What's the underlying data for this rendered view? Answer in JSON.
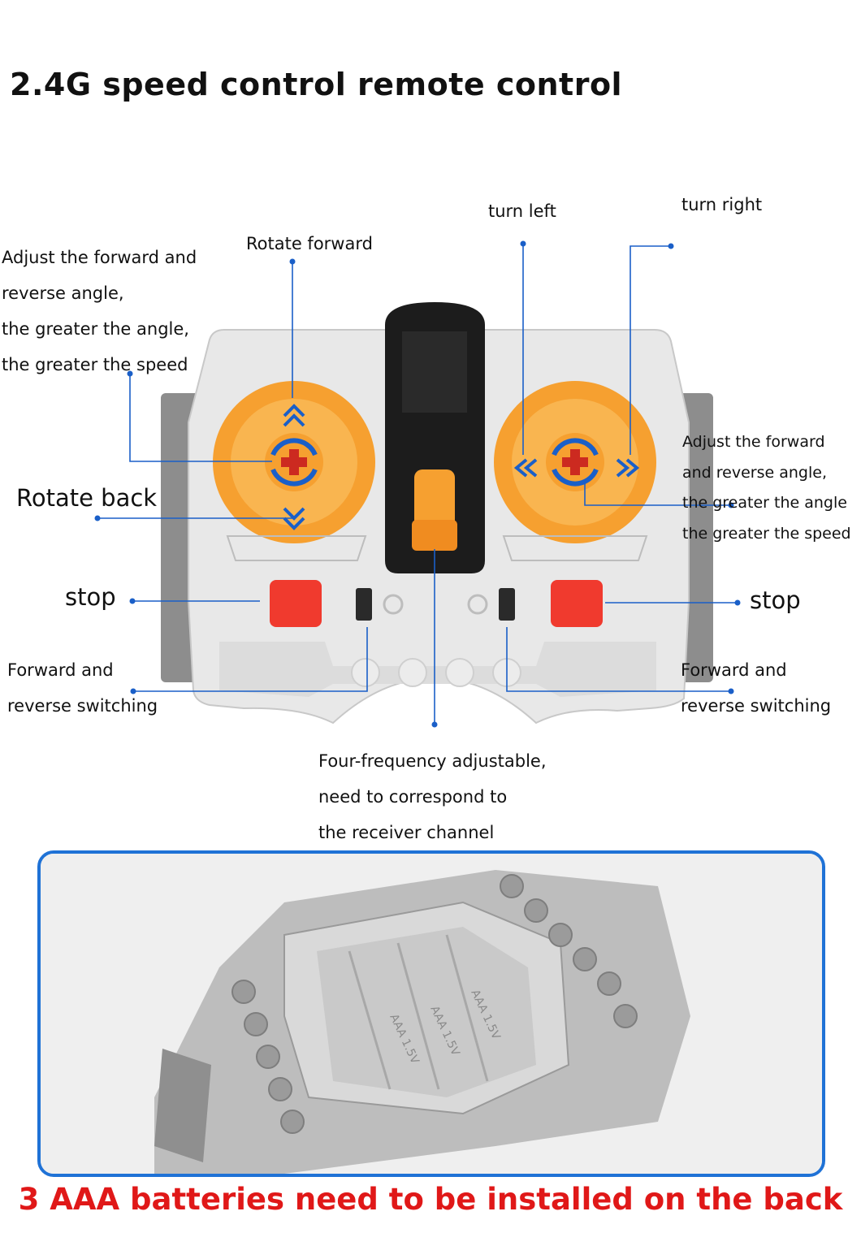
{
  "title": "2.4G speed control remote control",
  "labels": {
    "adjust_left": [
      "Adjust the forward and",
      "reverse angle,",
      "the greater the angle,",
      "the greater the speed"
    ],
    "rotate_forward": "Rotate forward",
    "turn_left": "turn left",
    "turn_right": "turn right",
    "rotate_back": "Rotate back",
    "adjust_right": [
      "Adjust the forward",
      "and reverse angle,",
      "the greater the angle",
      "the greater the speed"
    ],
    "stop_left": "stop",
    "stop_right": "stop",
    "switch_left": [
      "Forward and",
      "reverse switching"
    ],
    "switch_right": [
      "Forward and",
      "reverse switching"
    ],
    "frequency": [
      "Four-frequency adjustable,",
      "need to correspond to",
      "the receiver channel"
    ]
  },
  "battery_photo": {
    "compartment_text": [
      "AAA 1.5V",
      "AAA 1.5V",
      "AAA 1.5V"
    ]
  },
  "footer": "3 AAA batteries need to be installed on the back",
  "colors": {
    "accent_line": "#1a5fc8",
    "dial_orange": "#f6a030",
    "stop_red": "#f03a2e",
    "footer_red": "#e01818",
    "frame_blue": "#1f72d6",
    "body_grey": "#e6e6e6"
  }
}
